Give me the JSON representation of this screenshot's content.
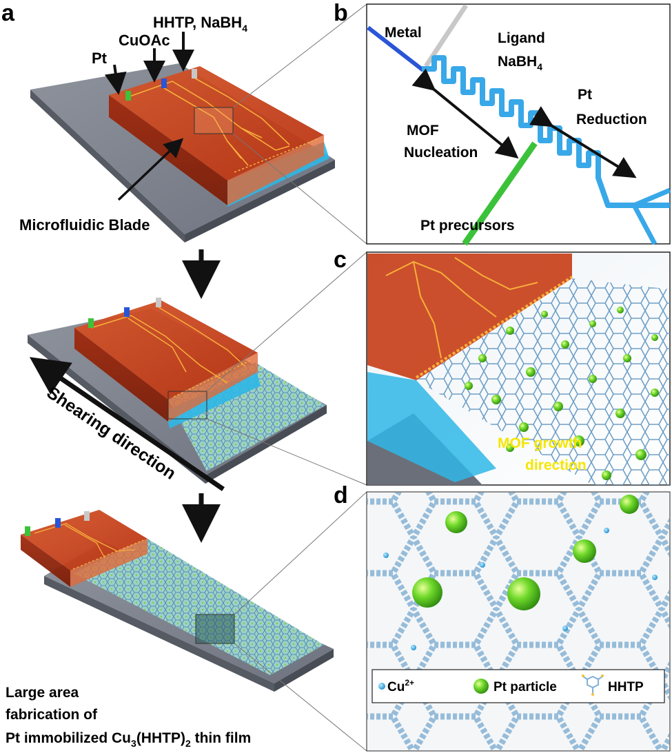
{
  "panels": {
    "a": {
      "letter": "a",
      "pt": "Pt",
      "cuoac": "CuOAc",
      "hhtp": "HHTP, NaBH",
      "hhtp_sub": "4",
      "blade": "Microfluidic Blade",
      "shearing": "Shearing direction",
      "caption_line1": "Large area",
      "caption_line2": "fabrication of",
      "caption_line3_pre": "Pt immobilized Cu",
      "caption_sub1": "3",
      "caption_mid": "(HHTP)",
      "caption_sub2": "2",
      "caption_post": " thin film"
    },
    "b": {
      "letter": "b",
      "metal": "Metal",
      "ligand": "Ligand",
      "nabh": "NaBH",
      "nabh_sub": "4",
      "mof": "MOF",
      "nucleation": "Nucleation",
      "pt": "Pt",
      "reduction": "Reduction",
      "precursors": "Pt precursors"
    },
    "c": {
      "letter": "c",
      "growth1": "MOF growth",
      "growth2": "direction"
    },
    "d": {
      "letter": "d",
      "cu": "Cu",
      "cu_sup": "2+",
      "ptparticle": "Pt particle",
      "hhtp": "HHTP"
    }
  },
  "colors": {
    "blade": "#c8401a",
    "channel": "#f7b03a",
    "substrate": "#7a7f8a",
    "liquid": "#2fb7e6",
    "film": "#7fb7d6",
    "particle": "#5ccf1e",
    "metal": "#2a55d6",
    "ligand": "#c8c8c8",
    "precursor": "#3cc23a",
    "microchannel": "#38a8e8",
    "growth_text": "#f5e600"
  }
}
